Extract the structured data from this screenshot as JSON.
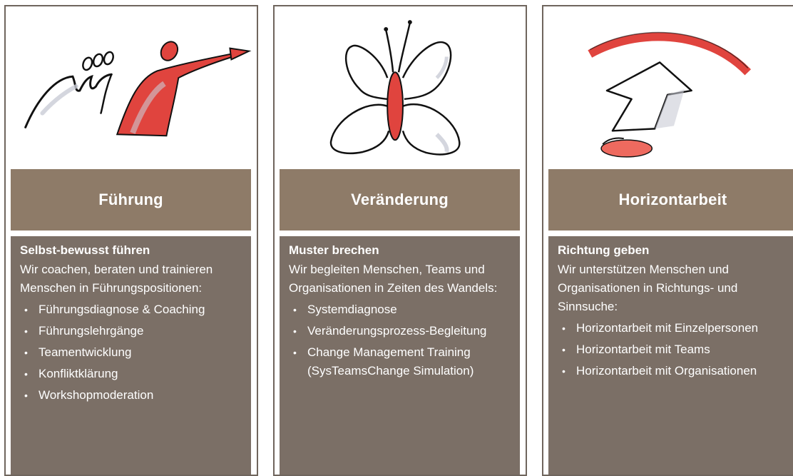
{
  "cards": [
    {
      "title": "Führung",
      "icon": "leader-pointing-icon",
      "subtitle": "Selbst-bewusst führen",
      "description": "Wir coachen, beraten und trainieren Menschen in Führungspositionen:",
      "items": [
        "Führungsdiagnose & Coaching",
        "Führungslehrgänge",
        "Teamentwicklung",
        "Konfliktklärung",
        "Workshopmoderation"
      ]
    },
    {
      "title": "Veränderung",
      "icon": "butterfly-icon",
      "subtitle": "Muster brechen",
      "description": "Wir begleiten Menschen, Teams und Organisationen in Zeiten des Wandels:",
      "items": [
        "Systemdiagnose",
        "Veränderungsprozess-Begleitung",
        "Change Management Training (SysTeamsChange Simulation)"
      ]
    },
    {
      "title": "Horizontarbeit",
      "icon": "arrow-to-horizon-icon",
      "subtitle": "Richtung geben",
      "description": "Wir unterstützen Menschen und Organisationen in Richtungs- und Sinnsuche:",
      "items": [
        "Horizontarbeit mit Einzelpersonen",
        "Horizontarbeit mit Teams",
        "Horizontarbeit mit Organisationen"
      ]
    }
  ],
  "colors": {
    "border": "#6f655d",
    "title_band": "#8e7b68",
    "body_band": "#7b6f66",
    "accent_red": "#e0443e"
  }
}
